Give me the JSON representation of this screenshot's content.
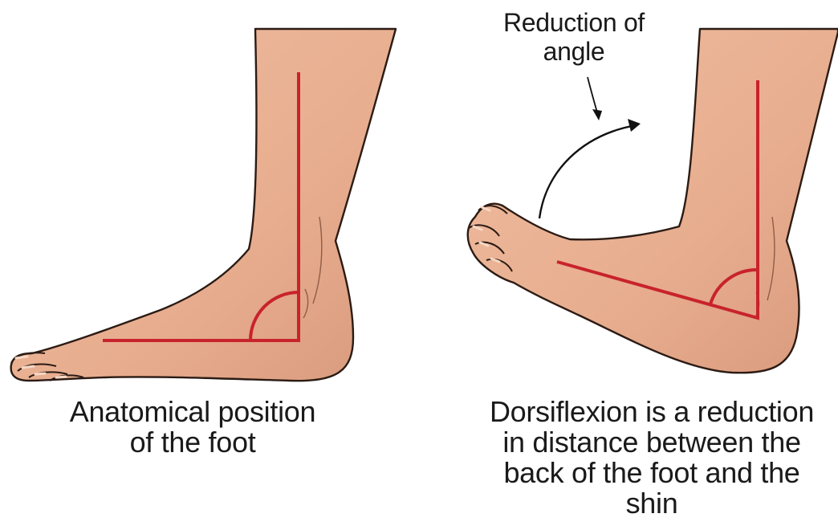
{
  "labels": {
    "arrow_label": [
      "Reduction of",
      "angle"
    ],
    "left_caption": [
      "Anatomical position",
      "of the foot"
    ],
    "right_caption": [
      "Dorsiflexion is a reduction",
      "in distance between the",
      "back of the foot and the",
      "shin"
    ]
  },
  "colors": {
    "skin": "#eab093",
    "skin_shadow": "#d99a7c",
    "outline": "#2b1b14",
    "angle_line": "#c8232c",
    "text": "#1a1a1a"
  },
  "angles": {
    "anatomical_position": "90°",
    "dorsiflexion": "reduced"
  }
}
